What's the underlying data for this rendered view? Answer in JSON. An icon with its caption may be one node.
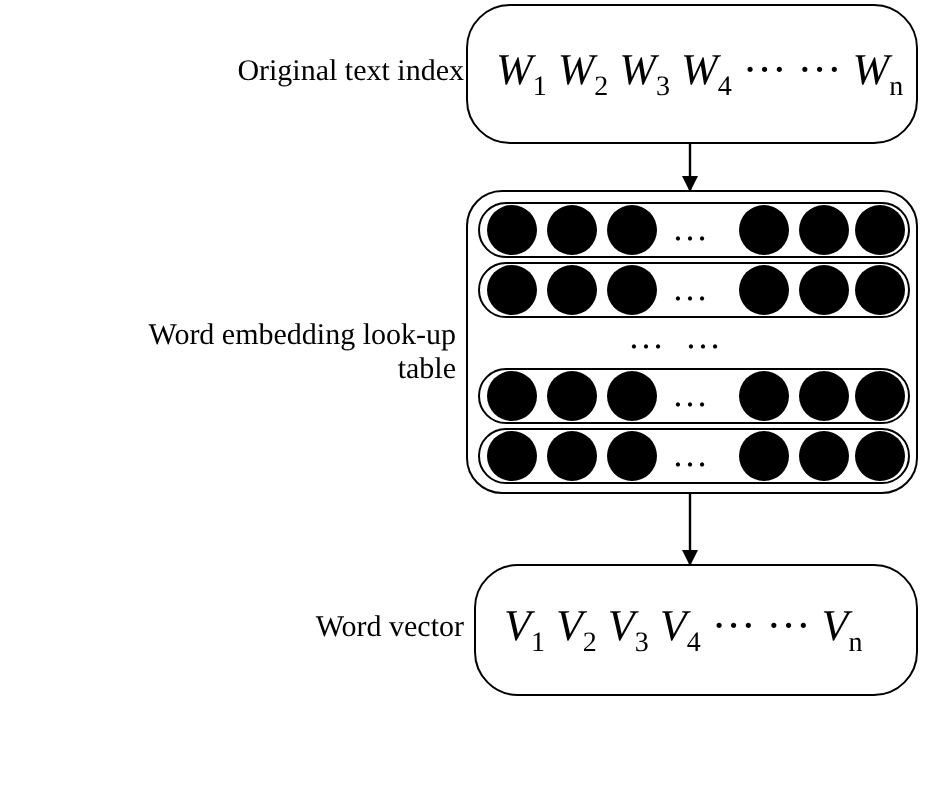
{
  "diagram": {
    "nodes": [
      {
        "text": [
          "*W*$_{1}$ *W*$_{2}$ *W*$_{3}$ *W*$_{4}$ ··· ··· *W*$_{n}$"
        ],
        "beside": [
          "Original text index"
        ]
      },
      {
        "text": [
          "… …"
        ],
        "beside": [
          "Word embedding look-up table"
        ]
      },
      {
        "text": [
          "…"
        ],
        "in": 1
      },
      {
        "text": [
          "…"
        ],
        "in": 1
      },
      {
        "text": [
          "…"
        ],
        "in": 1
      },
      {
        "text": [
          "…"
        ],
        "in": 1
      },
      {
        "text": [
          "*V*$_{1}$ *V*$_{2}$ *V*$_{3}$ *V*$_{4}$ ··· ··· *V*$_{n}$"
        ],
        "beside": [
          "Word vector"
        ]
      }
    ],
    "edges": [
      {
        "from": 0,
        "to": 1,
        "arrow": "to"
      },
      {
        "from": 1,
        "to": 6,
        "arrow": "to"
      }
    ]
  }
}
